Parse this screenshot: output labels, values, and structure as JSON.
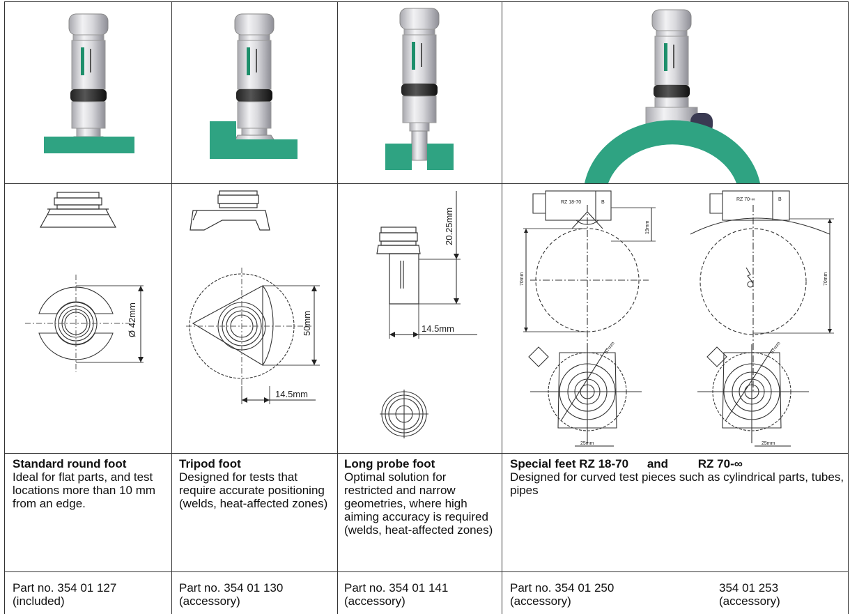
{
  "columns": [
    {
      "title": "Standard round foot",
      "description": "Ideal for flat parts, and test locations more than 10 mm from an edge.",
      "part_line1": "Part no. 354 01 127",
      "part_line2": "(included)",
      "dims": {
        "diameter": "Ø 42mm"
      }
    },
    {
      "title": "Tripod foot",
      "description": "Designed for tests that require accurate positioning (welds, heat-affected zones)",
      "part_line1": "Part no. 354 01 130",
      "part_line2": "(accessory)",
      "dims": {
        "height": "50mm",
        "width": "14.5mm"
      }
    },
    {
      "title": "Long probe foot",
      "description": "Optimal solution for restricted and narrow geometries, where high aiming accuracy is required (welds, heat-affected zones)",
      "part_line1": "Part no. 354 01 141",
      "part_line2": "(accessory)",
      "dims": {
        "height": "20.25mm",
        "width": "14.5mm"
      }
    },
    {
      "title_a": "Special feet RZ 18-70",
      "title_b": "and",
      "title_c": "RZ 70-∞",
      "description": "Designed for curved test pieces such as cylindrical parts, tubes, pipes",
      "part_line1": "Part no. 354 01 250",
      "part_line2": "(accessory)",
      "part_b_line1": "354 01 253",
      "part_b_line2": "(accessory)",
      "dims": {
        "left_label": "RZ 18-70",
        "right_label": "RZ 70-∞",
        "block_letter": "B",
        "height_left": "70mm",
        "height_right": "70mm",
        "gap": "19mm",
        "diag_left": "57mm",
        "diag_right": "57mm",
        "base_left": "25mm",
        "base_right": "25mm"
      }
    }
  ]
}
